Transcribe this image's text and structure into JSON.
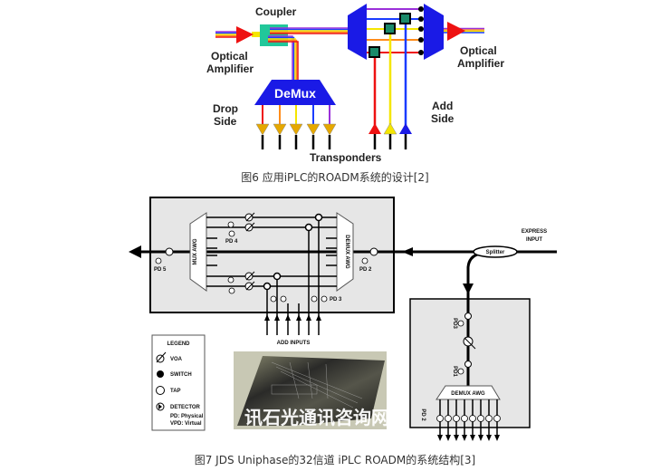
{
  "figure6": {
    "labels": {
      "coupler": "Coupler",
      "amp_left_1": "Optical",
      "amp_left_2": "Amplifier",
      "amp_right_1": "Optical",
      "amp_right_2": "Amplifier",
      "demux": "DeMux",
      "drop_1": "Drop",
      "drop_2": "Side",
      "add_1": "Add",
      "add_2": "Side",
      "transponders": "Transponders"
    },
    "colors": {
      "amplifier": "#ee1111",
      "coupler": "#22c79a",
      "demux": "#1a1ae6",
      "drop_transponder": "#e6a800",
      "channels": [
        "#ee1111",
        "#ff8c1a",
        "#f5e600",
        "#1a3cff",
        "#9b30d9"
      ]
    },
    "caption": "图6  应用iPLC的ROADM系统的设计[2]"
  },
  "figure7": {
    "labels": {
      "mux_awg": "MUX AWG",
      "demux_awg": "DEMUX AWG",
      "pd5": "PD 5",
      "pd4": "PD 4",
      "pd2": "PD 2",
      "pd3": "PD 3",
      "pd3_right": "PD3",
      "pd1_right": "PD1",
      "pd2_right": "PD 2",
      "add_inputs": "ADD INPUTS",
      "express_1": "EXPRESS",
      "express_2": "INPUT",
      "splitter": "Splitter",
      "demux_awg_right": "DEMUX AWG"
    },
    "legend": {
      "title": "LEGEND",
      "voa": "VOA",
      "switch": "SWITCH",
      "tap": "TAP",
      "detector": "DETECTOR",
      "pd_note": "PD: Physical",
      "vpd_note": "VPD: Virtual"
    },
    "watermark": "讯石光通讯咨询网",
    "caption": "图7 JDS Uniphase的32信道  iPLC ROADM的系统结构[3]"
  }
}
